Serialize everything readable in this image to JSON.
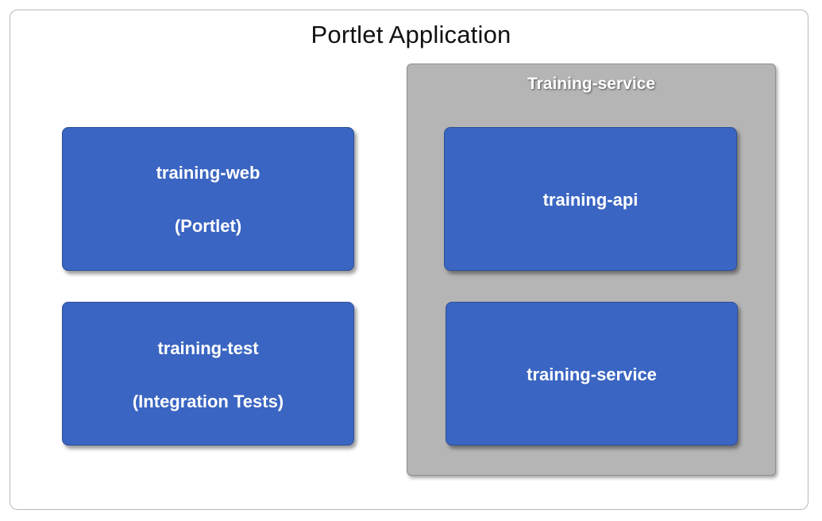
{
  "diagram": {
    "title": "Portlet Application",
    "group": {
      "title": "Training-service"
    },
    "modules": {
      "web": {
        "name": "training-web",
        "subtitle": "(Portlet)"
      },
      "test": {
        "name": "training-test",
        "subtitle": "(Integration Tests)"
      },
      "api": {
        "name": "training-api"
      },
      "service": {
        "name": "training-service"
      }
    },
    "colors": {
      "module_fill": "#3a65c2",
      "group_fill": "#b5b5b5",
      "outer_border": "#b9b9b9"
    }
  }
}
